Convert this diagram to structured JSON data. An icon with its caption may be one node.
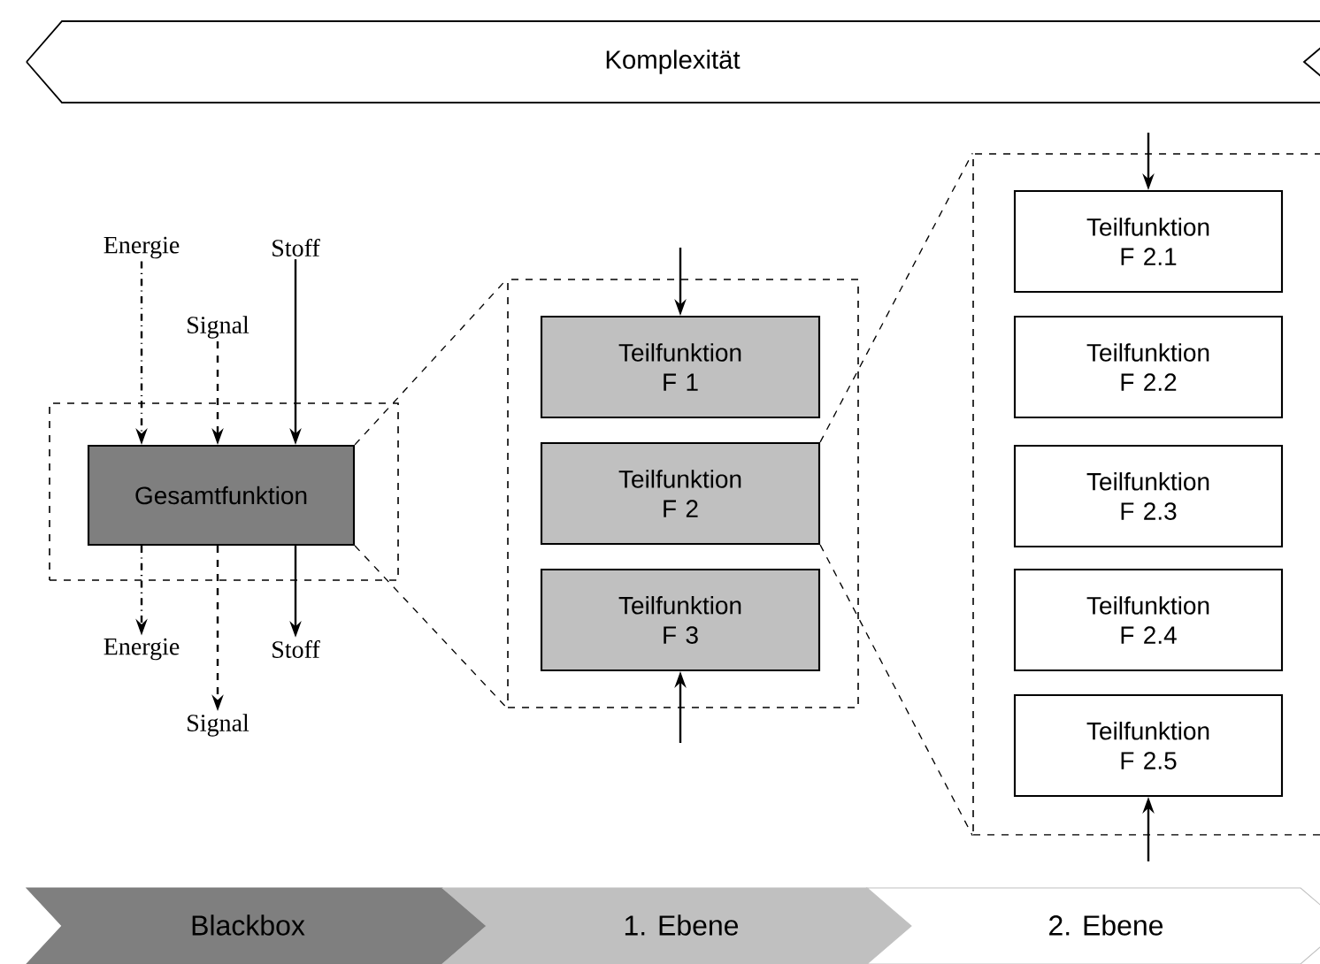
{
  "diagram": {
    "nodes": [
      {
        "text": [
          "Komplexität"
        ]
      },
      {
        "text": [
          "Energie"
        ]
      },
      {
        "text": [
          "Signal"
        ]
      },
      {
        "text": [
          "Stoff"
        ]
      },
      {
        "text": [],
        "shape": "box"
      },
      {
        "text": [
          "Gesamtfunktion"
        ],
        "in": 4
      },
      {
        "text": [
          "Energie"
        ]
      },
      {
        "text": [
          "Stoff"
        ]
      },
      {
        "text": [
          "Signal"
        ]
      },
      {
        "text": [],
        "shape": "box"
      },
      {
        "text": [
          "Teilfunktion F 1"
        ],
        "in": 9
      },
      {
        "text": [
          "Teilfunktion F 2"
        ],
        "in": 9
      },
      {
        "text": [
          "Teilfunktion F 3"
        ],
        "in": 9
      },
      {
        "text": [],
        "shape": "box"
      },
      {
        "text": [
          "Teilfunktion F 2.1"
        ],
        "in": 13
      },
      {
        "text": [
          "Teilfunktion F 2.2"
        ],
        "in": 13
      },
      {
        "text": [
          "Teilfunktion F 2.3"
        ],
        "in": 13
      },
      {
        "text": [
          "Teilfunktion F 2.4"
        ],
        "in": 13
      },
      {
        "text": [
          "Teilfunktion F 2.5"
        ],
        "in": 13
      },
      {
        "text": [
          "Blackbox"
        ]
      },
      {
        "text": [
          "1. Ebene"
        ]
      },
      {
        "text": [
          "2. Ebene"
        ]
      }
    ],
    "edges": [
      {
        "from": 1,
        "to": 5,
        "arrow": "to",
        "style": "dashed"
      },
      {
        "from": 2,
        "to": 5,
        "arrow": "to",
        "style": "dashed"
      },
      {
        "from": 3,
        "to": 5,
        "arrow": "to"
      },
      {
        "from": 5,
        "to": 6,
        "arrow": "to",
        "style": "dashed"
      },
      {
        "from": 5,
        "to": 8,
        "arrow": "to",
        "style": "dashed"
      },
      {
        "from": 5,
        "to": 7,
        "arrow": "to"
      },
      {
        "from": 5,
        "to": 9,
        "arrow": "none",
        "style": "dashed"
      },
      {
        "from": 5,
        "to": 9,
        "arrow": "none",
        "style": "dashed"
      },
      {
        "from": null,
        "to": 10,
        "arrow": "to"
      },
      {
        "from": null,
        "to": 12,
        "arrow": "to"
      },
      {
        "from": 11,
        "to": 13,
        "arrow": "none",
        "style": "dashed"
      },
      {
        "from": 11,
        "to": 13,
        "arrow": "none",
        "style": "dashed"
      },
      {
        "from": null,
        "to": 14,
        "arrow": "to"
      },
      {
        "from": null,
        "to": 18,
        "arrow": "to"
      }
    ]
  }
}
